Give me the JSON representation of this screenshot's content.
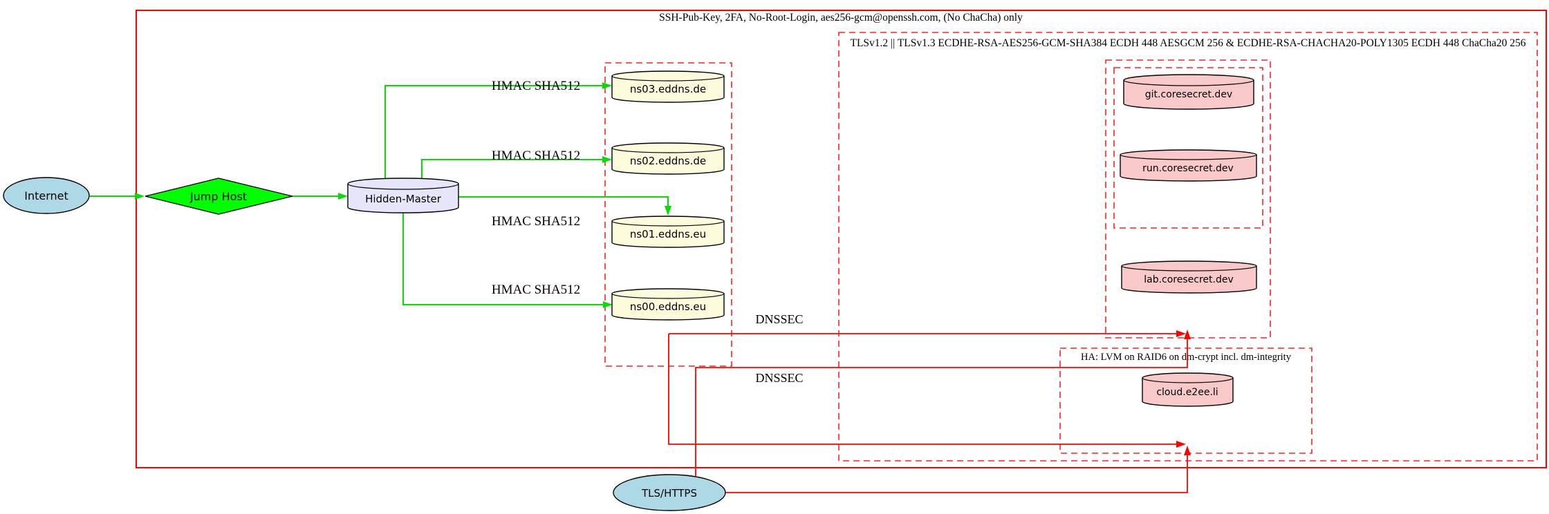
{
  "clusters": {
    "ssh": {
      "label": "SSH-Pub-Key, 2FA, No-Root-Login, aes256-gcm@openssh.com, (No ChaCha) only"
    },
    "tls": {
      "label": "TLSv1.2 || TLSv1.3 ECDHE-RSA-AES256-GCM-SHA384 ECDH 448 AESGCM 256 & ECDHE-RSA-CHACHA20-POLY1305 ECDH 448 ChaCha20 256"
    },
    "ha": {
      "label": "HA: LVM on RAID6 on dm-crypt incl. dm-integrity"
    }
  },
  "nodes": {
    "internet": {
      "label": "Internet",
      "shape": "ellipse"
    },
    "jump_host": {
      "label": "Jump Host",
      "shape": "diamond"
    },
    "hidden_master": {
      "label": "Hidden-Master",
      "shape": "cylinder"
    },
    "ns03": {
      "label": "ns03.eddns.de",
      "shape": "cylinder"
    },
    "ns02": {
      "label": "ns02.eddns.de",
      "shape": "cylinder"
    },
    "ns01": {
      "label": "ns01.eddns.eu",
      "shape": "cylinder"
    },
    "ns00": {
      "label": "ns00.eddns.eu",
      "shape": "cylinder"
    },
    "git": {
      "label": "git.coresecret.dev",
      "shape": "cylinder"
    },
    "run": {
      "label": "run.coresecret.dev",
      "shape": "cylinder"
    },
    "lab": {
      "label": "lab.coresecret.dev",
      "shape": "cylinder"
    },
    "cloud": {
      "label": "cloud.e2ee.li",
      "shape": "cylinder"
    },
    "tls_https": {
      "label": "TLS/HTTPS",
      "shape": "ellipse"
    }
  },
  "edge_labels": {
    "hmac": "HMAC SHA512",
    "dnssec": "DNSSEC"
  },
  "colors": {
    "node_blue": "#ADD8E6",
    "node_green": "#00FF00",
    "node_lavender": "#E6E6FA",
    "node_yellow": "#FCFCDC",
    "node_pink": "#F9C8C8",
    "edge_green": "#00DF00",
    "edge_red": "#FF0000",
    "cluster_red": "#FF2020"
  }
}
